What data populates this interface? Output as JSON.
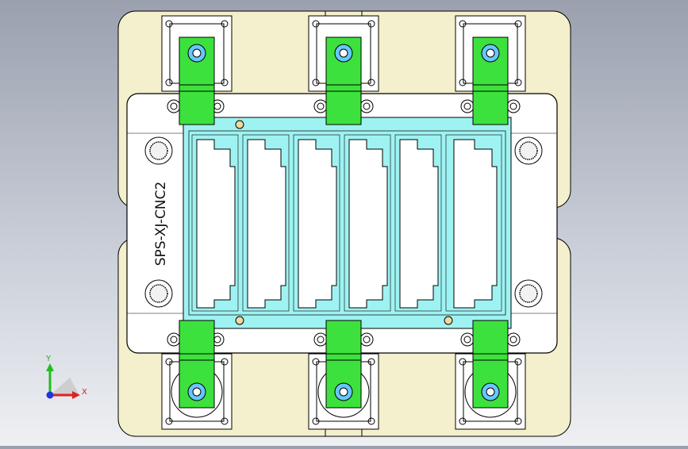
{
  "part_label": "SPS-XJ-CNC2",
  "triad": {
    "x_label": "X",
    "y_label": "Y"
  },
  "colors": {
    "base_plate": "#f4efcc",
    "fixture_plate": "#ffffff",
    "nest": "#9ff2f2",
    "clamp": "#3de13d",
    "clamp_pad": "#66c8ff",
    "edge": "#000000"
  },
  "counts": {
    "clamps": 6,
    "nests": 6,
    "locating_screws": 4
  }
}
